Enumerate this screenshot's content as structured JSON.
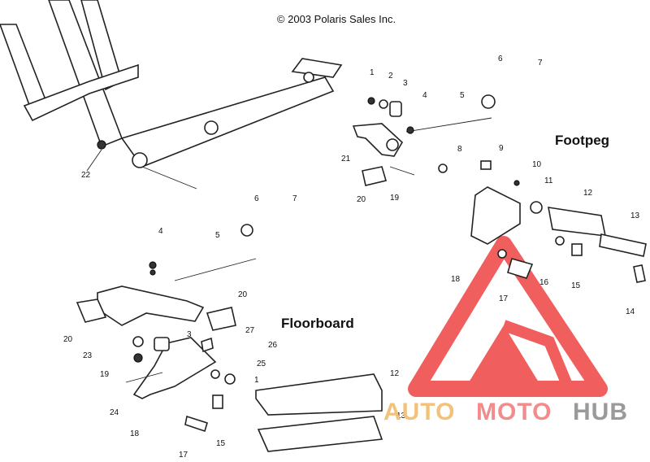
{
  "copyright": "© 2003 Polaris Sales Inc.",
  "sections": {
    "footpeg": "Footpeg",
    "floorboard": "Floorboard"
  },
  "watermark": {
    "part1": "AUTO",
    "part2": "MOTO",
    "part3": "HUB",
    "colors": {
      "auto": "#f2c27a",
      "moto": "#f28b8b",
      "hub": "#9a9a9a",
      "triangle": "#ef4d4d"
    }
  },
  "frame_callouts": [
    "22"
  ],
  "footpeg_callouts": [
    "1",
    "2",
    "3",
    "4",
    "5",
    "6",
    "7",
    "8",
    "9",
    "10",
    "11",
    "12",
    "13",
    "14",
    "15",
    "16",
    "17",
    "18",
    "19",
    "20",
    "21"
  ],
  "floorboard_callouts": [
    "4",
    "5",
    "6",
    "7",
    "20",
    "20",
    "23",
    "3",
    "27",
    "26",
    "25",
    "1",
    "19",
    "24",
    "18",
    "17",
    "15",
    "12",
    "13"
  ]
}
